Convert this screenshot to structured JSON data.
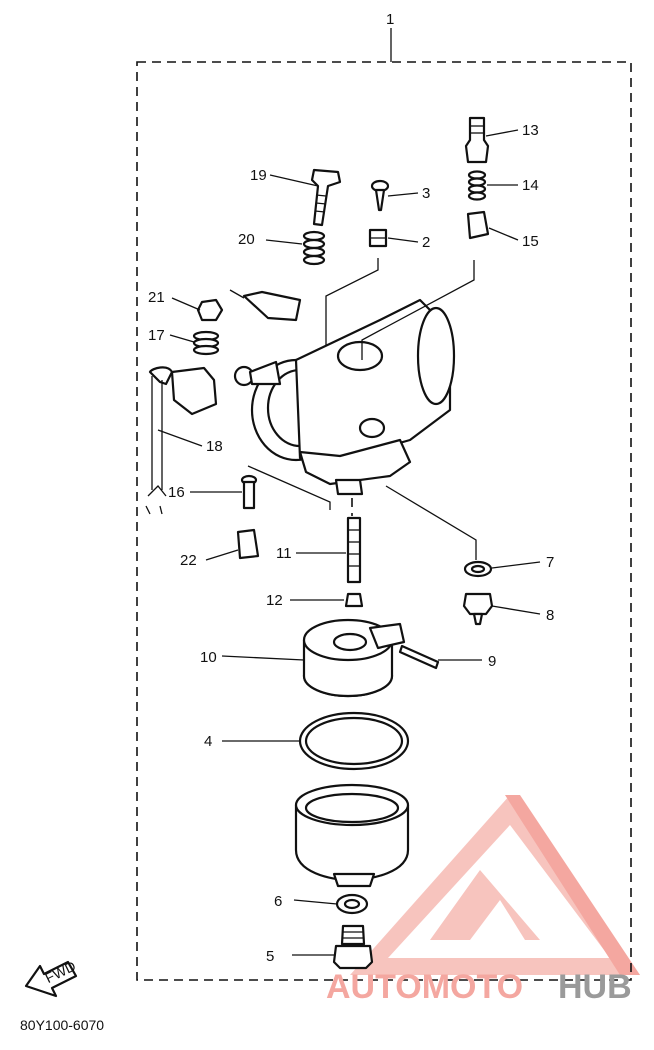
{
  "assembly_number": "1",
  "callouts": {
    "c2": "2",
    "c3": "3",
    "c4": "4",
    "c5": "5",
    "c6": "6",
    "c7": "7",
    "c8": "8",
    "c9": "9",
    "c10": "10",
    "c11": "11",
    "c12": "12",
    "c13": "13",
    "c14": "14",
    "c15": "15",
    "c16": "16",
    "c17": "17",
    "c18": "18",
    "c19": "19",
    "c20": "20",
    "c21": "21",
    "c22": "22"
  },
  "fwd_label": "FWD",
  "diagram_code": "80Y100-6070",
  "watermark": {
    "part1": "AUTOMOTO",
    "part2": "HUB",
    "accent_color": "#f4a7a0",
    "secondary_color": "#9a9a9a"
  }
}
